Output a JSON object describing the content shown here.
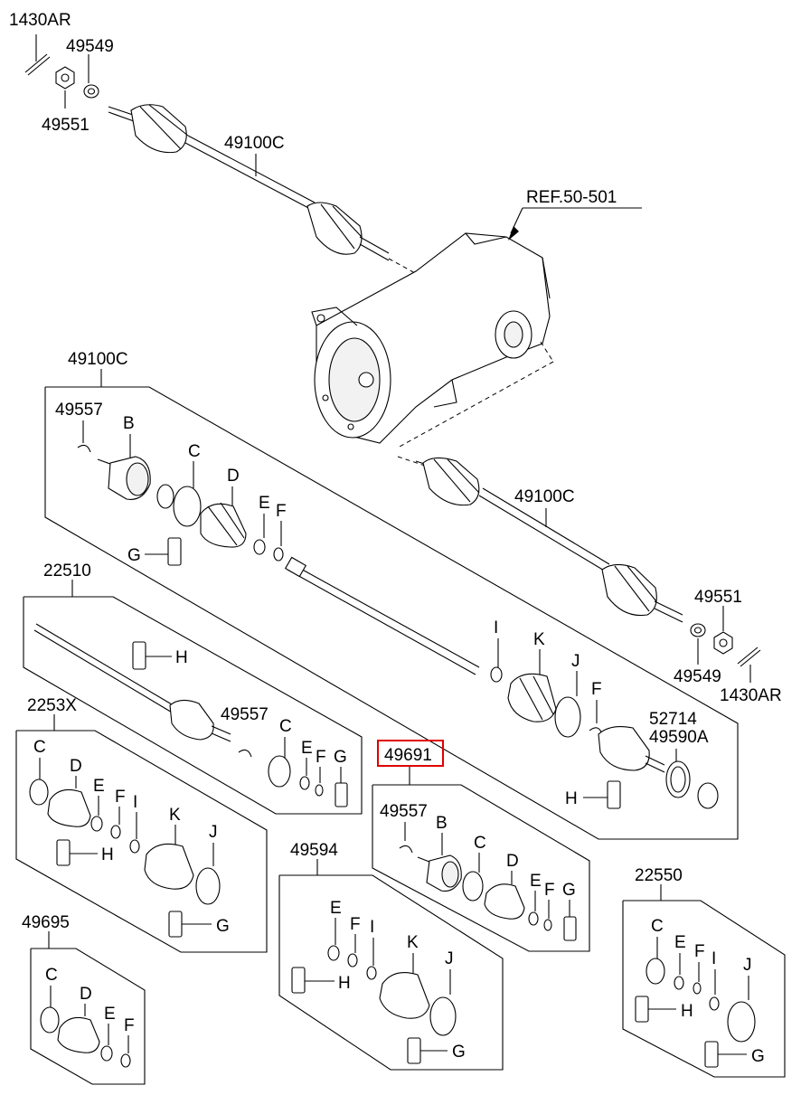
{
  "diagram": {
    "top": {
      "split_pin_left": "1430AR",
      "washer_left": "49549",
      "nut_left": "49551",
      "shaft_upper": "49100C",
      "ref_housing": "REF.50-501",
      "shaft_right": "49100C",
      "nut_right": "49551",
      "washer_right": "49549",
      "split_pin_right": "1430AR"
    },
    "kit_main": {
      "title": "49100C",
      "clip": "49557",
      "b": "B",
      "c": "C",
      "d": "D",
      "e": "E",
      "f": "F",
      "g": "G",
      "i": "I",
      "k": "K",
      "j": "J",
      "f2": "F",
      "tone_ring": "52714",
      "outer_joint": "49590A",
      "h": "H"
    },
    "kit_22510": {
      "title": "22510",
      "h": "H",
      "clip": "49557",
      "c": "C",
      "e": "E",
      "f": "F",
      "g": "G"
    },
    "kit_2253x": {
      "title": "2253X",
      "c": "C",
      "d": "D",
      "e": "E",
      "f": "F",
      "i": "I",
      "k": "K",
      "j": "J",
      "h": "H",
      "g": "G"
    },
    "kit_49691": {
      "title": "49691",
      "clip": "49557",
      "b": "B",
      "c": "C",
      "d": "D",
      "e": "E",
      "f": "F",
      "g": "G"
    },
    "kit_49594": {
      "title": "49594",
      "e": "E",
      "f": "F",
      "i": "I",
      "k": "K",
      "j": "J",
      "h": "H",
      "g": "G"
    },
    "kit_22550": {
      "title": "22550",
      "c": "C",
      "e": "E",
      "f": "F",
      "i": "I",
      "j": "J",
      "h": "H",
      "g": "G"
    },
    "kit_49695": {
      "title": "49695",
      "c": "C",
      "d": "D",
      "e": "E",
      "f": "F"
    }
  }
}
